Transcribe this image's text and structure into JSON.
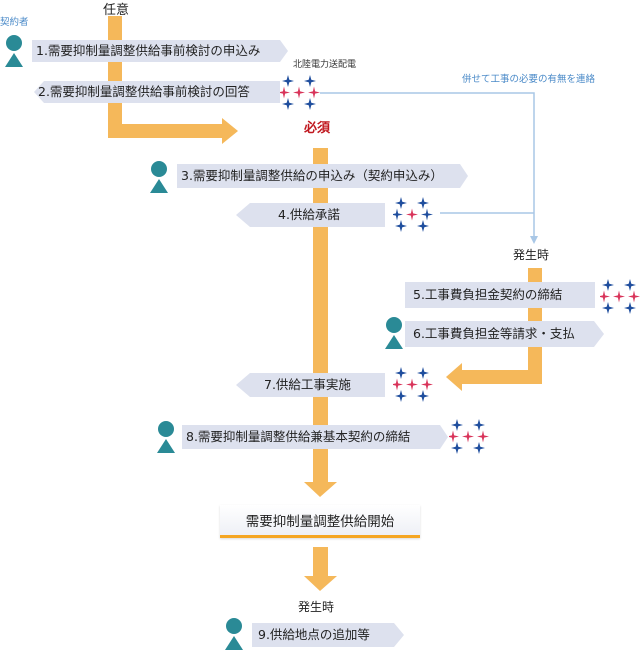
{
  "labels": {
    "optional": "任意",
    "contractor": "契約者",
    "hokuriku": "北陸電力送配電",
    "together_note": "併せて工事の必要の有無を連絡",
    "required": "必須",
    "when_occurs_1": "発生時",
    "when_occurs_2": "発生時"
  },
  "steps": [
    "1.需要抑制量調整供給事前検討の申込み",
    "2.需要抑制量調整供給事前検討の回答",
    "3.需要抑制量調整供給の申込み（契約申込み）",
    "4.供給承諾",
    "5.工事費負担金契約の締結",
    "6.工事費負担金等請求・支払",
    "7.供給工事実施",
    "8.需要抑制量調整供給兼基本契約の締結",
    "9.供給地点の追加等"
  ],
  "start_box": "需要抑制量調整供給開始",
  "colors": {
    "orange": "#f5b85a",
    "person": "#2a8a96",
    "star_blue": "#1f4e9e",
    "star_red": "#d9345a",
    "box_fill": "#dde1ee",
    "note_line": "#a9c7e6"
  }
}
